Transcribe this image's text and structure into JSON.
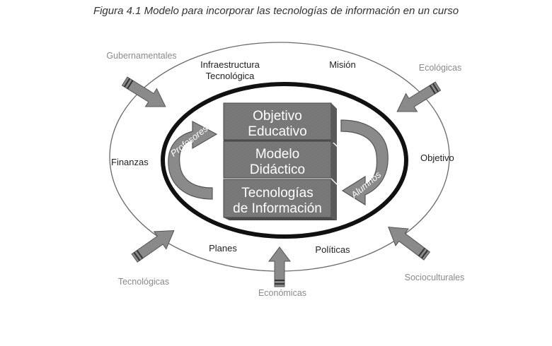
{
  "caption": "Figura 4.1 Modelo para incorporar las tecnologías de información en un curso",
  "outer_labels": {
    "infraestructura_1": "Infraestructura",
    "infraestructura_2": "Tecnológica",
    "mision": "Misión",
    "finanzas": "Finanzas",
    "objetivo": "Objetivo",
    "planes": "Planes",
    "politicas": "Políticas"
  },
  "forces": {
    "gubernamentales": "Gubernamentales",
    "ecologicas": "Ecológicas",
    "tecnologicas": "Tecnológicas",
    "socioculturales": "Socioculturales",
    "economicas": "Económicas"
  },
  "center_boxes": [
    {
      "line1": "Objetivo",
      "line2": "Educativo"
    },
    {
      "line1": "Modelo",
      "line2": "Didáctico"
    },
    {
      "line1": "Tecnologías",
      "line2": "de Información"
    }
  ],
  "cycle_arrows": {
    "left": "Profesores",
    "right": "Alumnos"
  },
  "colors": {
    "box_fill": "#7a7a7a",
    "box_side": "#5a5a5a",
    "arrow_fill": "#8a8a8a",
    "outer_ellipse": "#6a6a6a",
    "inner_ellipse": "#111111"
  }
}
